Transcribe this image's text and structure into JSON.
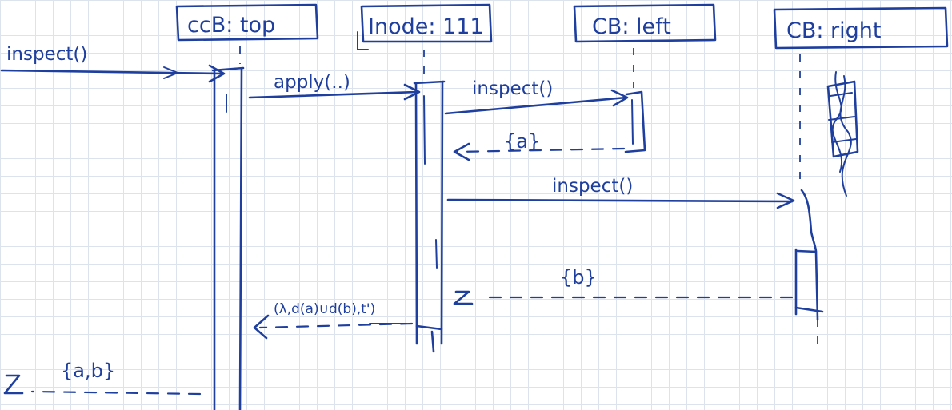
{
  "objects": [
    {
      "id": "top",
      "label": "ccB: top"
    },
    {
      "id": "inode",
      "label": "Inode: 111"
    },
    {
      "id": "left",
      "label": "CB: left"
    },
    {
      "id": "right",
      "label": "CB: right"
    }
  ],
  "messages": {
    "inspect_in": "inspect()",
    "apply": "apply(..)",
    "inspect_left": "inspect()",
    "ret_left": "{a}",
    "inspect_right": "inspect()",
    "ret_right": "{b}",
    "ret_inode": "(λ,d(a)∪d(b),t')",
    "ret_top": "{a,b}"
  }
}
